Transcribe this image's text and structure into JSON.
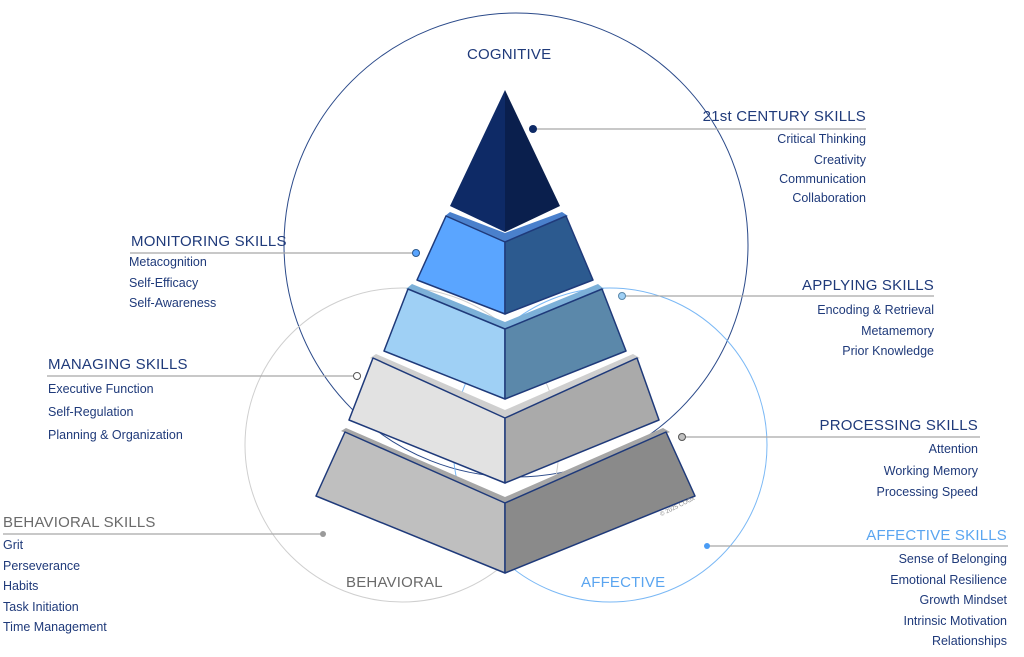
{
  "diagram_title": "Cognitive, Behavioral and Affective Skills Pyramid",
  "colors": {
    "cognitive": "#1f3a7a",
    "behavioral": "#7a7a7a",
    "affective": "#5aa5f0",
    "outline": "#1f3a7a",
    "leader_line": "#a8a8a8"
  },
  "circles": {
    "cognitive": "COGNITIVE",
    "behavioral": "BEHAVIORAL",
    "affective": "AFFECTIVE"
  },
  "pyramid_tiers": [
    {
      "name": "21st Century Skills",
      "left_color": "#0e2a66",
      "right_color": "#0a1f4d"
    },
    {
      "name": "Monitoring Skills",
      "left_color": "#5aa5ff",
      "right_color": "#2c5a8f"
    },
    {
      "name": "Applying Skills",
      "left_color": "#9fd0f5",
      "right_color": "#5b88aa"
    },
    {
      "name": "Managing Skills",
      "left_color": "#e2e2e2",
      "right_color": "#aaaaaa"
    },
    {
      "name": "Processing Skills",
      "left_color": "#bfbfbf",
      "right_color": "#8a8a8a"
    }
  ],
  "groups": {
    "century": {
      "heading": "21st CENTURY SKILLS",
      "items": [
        "Critical Thinking",
        "Creativity",
        "Communication",
        "Collaboration"
      ]
    },
    "monitoring": {
      "heading": "MONITORING SKILLS",
      "items": [
        "Metacognition",
        "Self-Efficacy",
        "Self-Awareness"
      ]
    },
    "applying": {
      "heading": "APPLYING SKILLS",
      "items": [
        "Encoding & Retrieval",
        "Metamemory",
        "Prior Knowledge"
      ]
    },
    "managing": {
      "heading": "MANAGING SKILLS",
      "items": [
        "Executive Function",
        "Self-Regulation",
        "Planning & Organization"
      ]
    },
    "processing": {
      "heading": "PROCESSING SKILLS",
      "items": [
        "Attention",
        "Working Memory",
        "Processing Speed"
      ]
    },
    "behavioral": {
      "heading": "BEHAVIORAL SKILLS",
      "items": [
        "Grit",
        "Perseverance",
        "Habits",
        "Task Initiation",
        "Time Management"
      ]
    },
    "affective": {
      "heading": "AFFECTIVE SKILLS",
      "items": [
        "Sense of Belonging",
        "Emotional Resilience",
        "Growth Mindset",
        "Intrinsic Motivation",
        "Relationships"
      ]
    }
  },
  "copyright": "© 2025 COGx"
}
